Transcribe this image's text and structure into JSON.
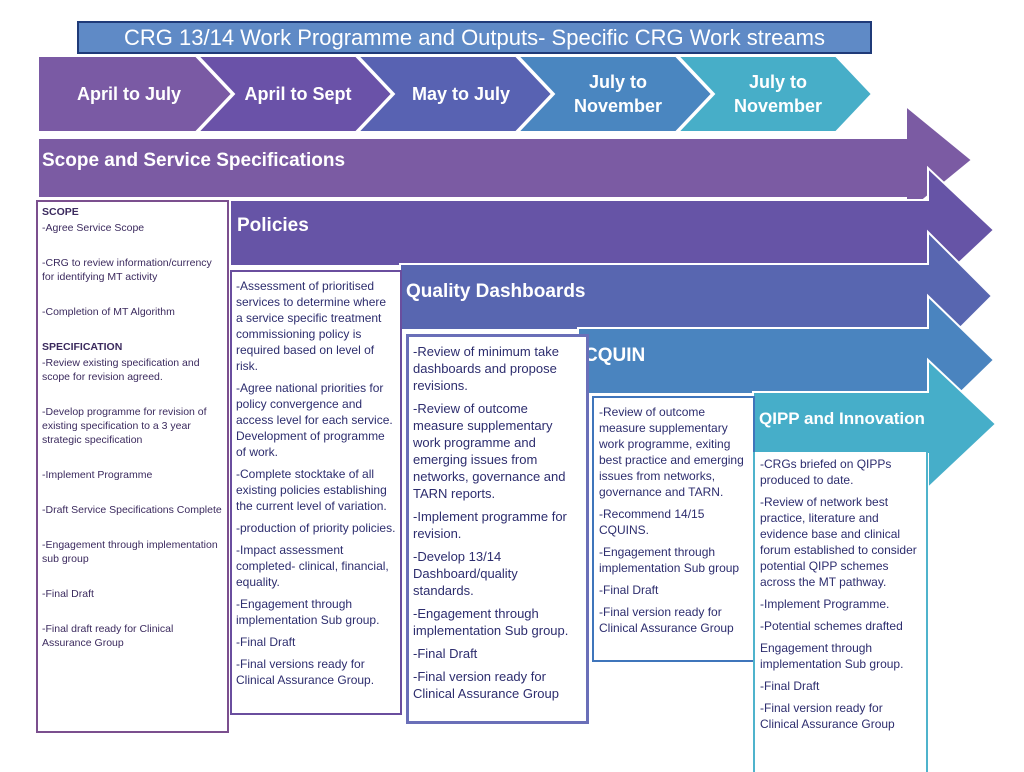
{
  "title": "CRG 13/14 Work Programme and Outputs- Specific CRG Work streams",
  "chevrons": [
    {
      "label": "April to July"
    },
    {
      "label": "April to Sept"
    },
    {
      "label": "May to July"
    },
    {
      "label": "July to November"
    },
    {
      "label": "July to November"
    }
  ],
  "arrows": {
    "scope": "Scope and Service Specifications",
    "policies": "Policies",
    "quality": "Quality Dashboards",
    "cquin": "CQUIN",
    "qipp": "QIPP and Innovation"
  },
  "columns": {
    "scope": [
      "SCOPE",
      "-Agree Service Scope",
      "-CRG to review information/currency for identifying MT activity",
      "-Completion of MT Algorithm",
      "SPECIFICATION",
      "-Review existing specification and scope for revision agreed.",
      "-Develop programme for revision of existing specification to a 3 year strategic specification",
      "-Implement Programme",
      "-Draft Service Specifications Complete",
      "-Engagement through implementation sub group",
      "-Final Draft",
      "-Final draft ready for Clinical Assurance Group"
    ],
    "policies": [
      "-Assessment of prioritised services to determine where a service specific treatment commissioning policy is required based on level of risk.",
      "-Agree national priorities for policy convergence and access level for each service. Development of programme of work.",
      "-Complete stocktake of all existing policies establishing the current level of variation.",
      "-production of priority policies.",
      "-Impact assessment completed- clinical, financial, equality.",
      "-Engagement through implementation Sub group.",
      "-Final Draft",
      "-Final versions ready for Clinical Assurance Group."
    ],
    "quality": [
      "-Review of minimum take dashboards and propose revisions.",
      "-Review of outcome measure supplementary work programme and emerging issues from networks, governance and TARN reports.",
      "-Implement programme for revision.",
      "-Develop 13/14 Dashboard/quality standards.",
      "-Engagement through implementation Sub group.",
      "-Final Draft",
      "-Final version ready for Clinical Assurance Group"
    ],
    "cquin": [
      "-Review of outcome measure supplementary work programme, exiting best practice  and emerging issues from networks, governance and TARN.",
      "-Recommend 14/15 CQUINS.",
      "-Engagement through implementation Sub group",
      "-Final Draft",
      "-Final version ready for Clinical Assurance Group"
    ],
    "qipp": [
      "-CRGs briefed on QIPPs produced to date.",
      "-Review of network best practice, literature and evidence base and clinical forum established to consider potential QIPP schemes across the MT pathway.",
      "-Implement Programme.",
      "-Potential schemes drafted",
      "Engagement through implementation Sub group.",
      "-Final Draft",
      "-Final version ready for Clinical Assurance Group"
    ]
  },
  "colors": {
    "chev1": "#7a5aa4",
    "chev2": "#6a52a8",
    "chev3": "#5862b2",
    "chev4": "#4a86c0",
    "chev5": "#47aec8",
    "arrow_scope": "#7b5ba3",
    "arrow_policies": "#6654a6",
    "arrow_quality": "#5866b0",
    "arrow_cquin": "#4a84bf",
    "arrow_qipp": "#46aec9"
  }
}
